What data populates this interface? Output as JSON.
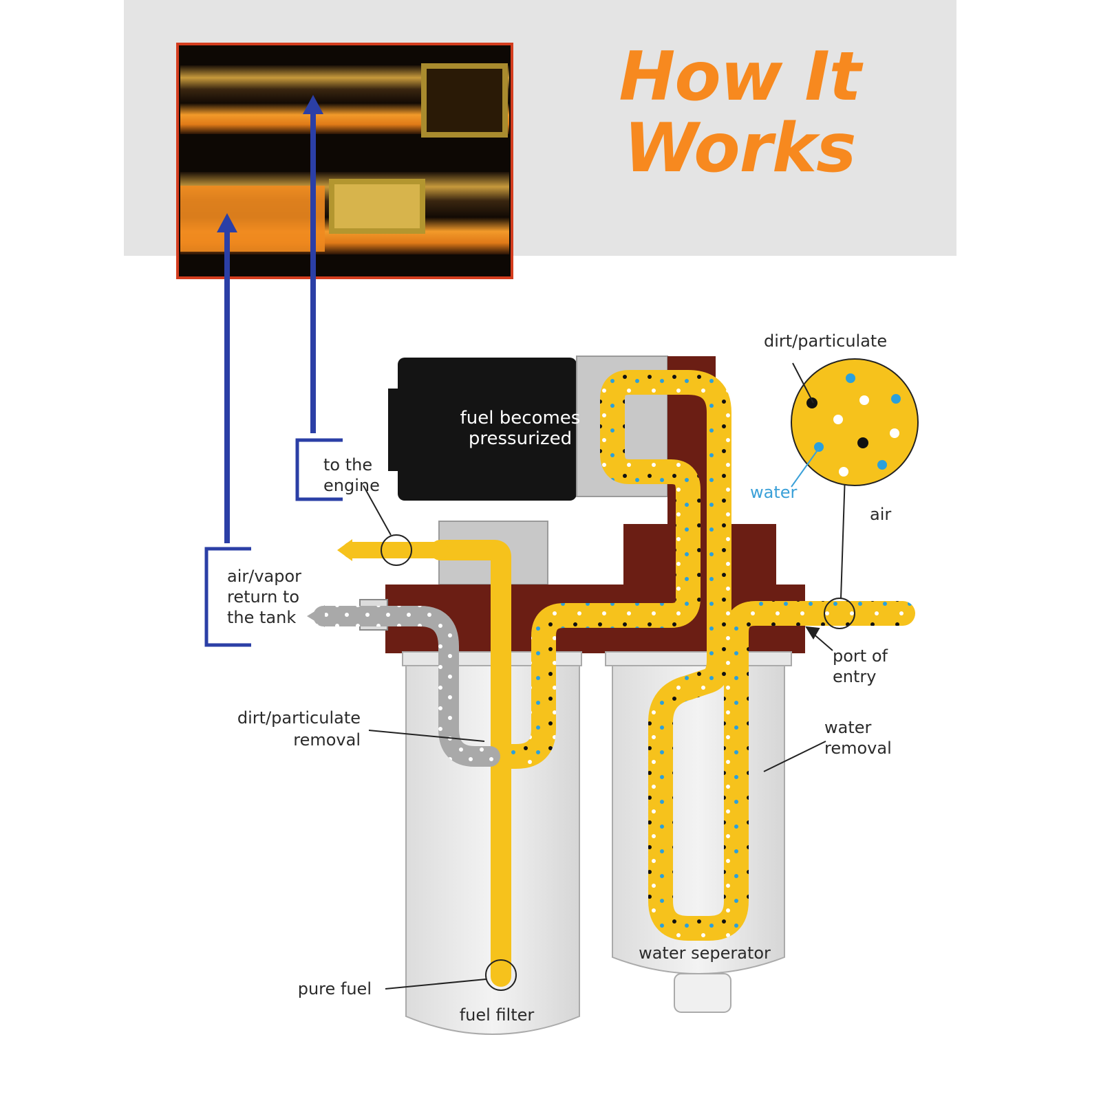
{
  "title_line1": "How It",
  "title_line2": "Works",
  "labels": {
    "fuel_becomes_1": "fuel becomes",
    "fuel_becomes_2": "pressurized",
    "to_engine_1": "to the",
    "to_engine_2": "engine",
    "air_vapor_1": "air/vapor",
    "air_vapor_2": "return to",
    "air_vapor_3": "the tank",
    "dirt_particulate": "dirt/particulate",
    "water": "water",
    "air": "air",
    "port_1": "port of",
    "port_2": "entry",
    "dirt_removal_1": "dirt/particulate",
    "dirt_removal_2": "removal",
    "water_removal_1": "water",
    "water_removal_2": "removal",
    "water_seperator": "water seperator",
    "pure_fuel": "pure fuel",
    "fuel_filter": "fuel filter"
  },
  "colors": {
    "title": "#f7891f",
    "fuel": "#f6c21c",
    "housing": "#6b1e14",
    "arrow_blue": "#2b3fa6",
    "water_dot": "#2aa0dc",
    "return_gray": "#a9a9a9"
  }
}
